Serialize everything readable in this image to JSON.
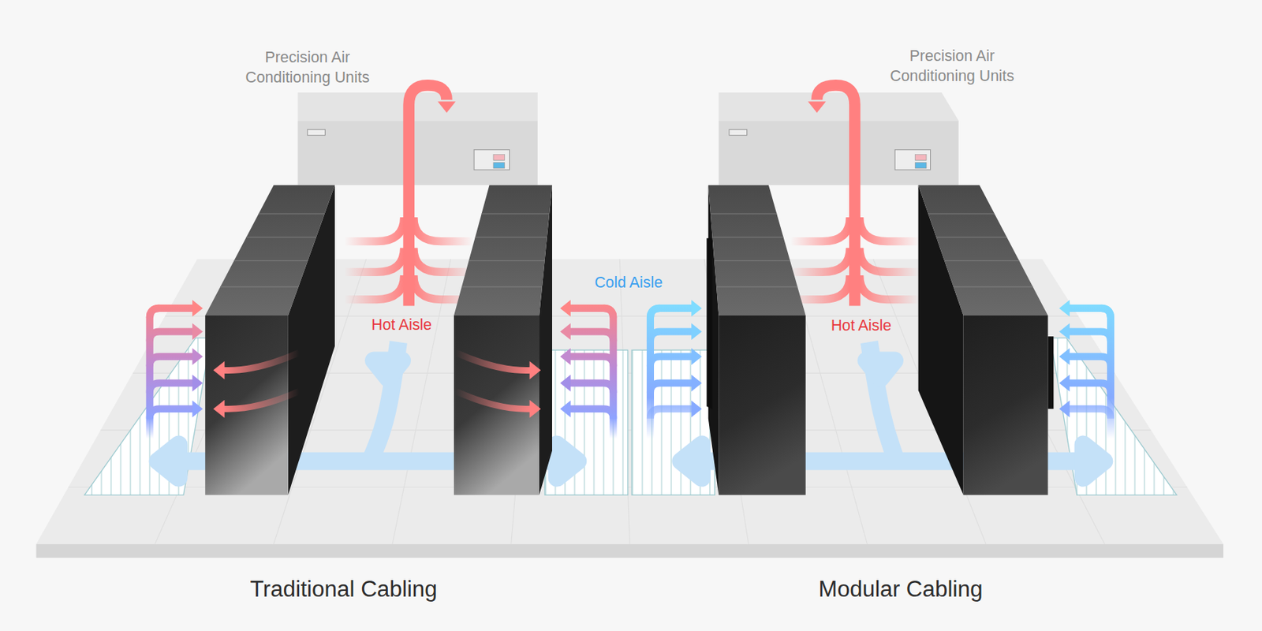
{
  "diagram": {
    "labels": [
      "Precision Air Conditioning Units",
      "Precision Air Conditioning Units",
      "Cold Aisle",
      "Hot Aisle",
      "Hot Aisle",
      "Traditional Cabling",
      "Modular Cabling"
    ]
  }
}
